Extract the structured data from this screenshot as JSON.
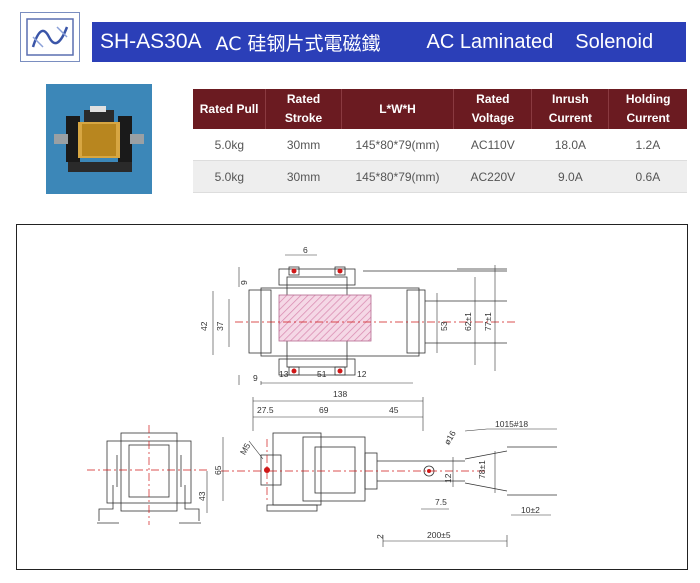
{
  "header": {
    "model": "SH-AS30A",
    "chinese_title": "AC 硅钢片式電磁鐵",
    "english_title_1": "AC Laminated",
    "english_title_2": "Solenoid"
  },
  "table": {
    "headers": [
      [
        "Rated Pull",
        ""
      ],
      [
        "Rated",
        "Stroke"
      ],
      [
        "L*W*H",
        ""
      ],
      [
        "Rated",
        "Voltage"
      ],
      [
        "Inrush",
        "Current"
      ],
      [
        "Holding",
        "Current"
      ]
    ],
    "rows": [
      [
        "5.0kg",
        "30mm",
        "145*80*79(mm)",
        "AC110V",
        "18.0A",
        "1.2A"
      ],
      [
        "5.0kg",
        "30mm",
        "145*80*79(mm)",
        "AC220V",
        "9.0A",
        "0.6A"
      ]
    ]
  },
  "drawing_labels": {
    "d6": "6",
    "d9a": "9",
    "d42": "42",
    "d37": "37",
    "d53": "53",
    "d62": "62±1",
    "d77": "77±1",
    "d9b": "9",
    "d13": "13",
    "d51": "51",
    "d12a": "12",
    "d138": "138",
    "d27": "27.5",
    "d69": "69",
    "d45": "45",
    "d1015": "1015#18",
    "d16": "ø16",
    "dm5": "M5",
    "d65": "65",
    "d43": "43",
    "d12b": "12",
    "d78": "78±1",
    "d75": "7.5",
    "d10": "10±2",
    "d2": "2",
    "d200": "200±5"
  },
  "colors": {
    "title_bar": "#2b3fb8",
    "table_header": "#6b1b21",
    "hatch": "#d98ab0",
    "center_line": "#d01818"
  }
}
